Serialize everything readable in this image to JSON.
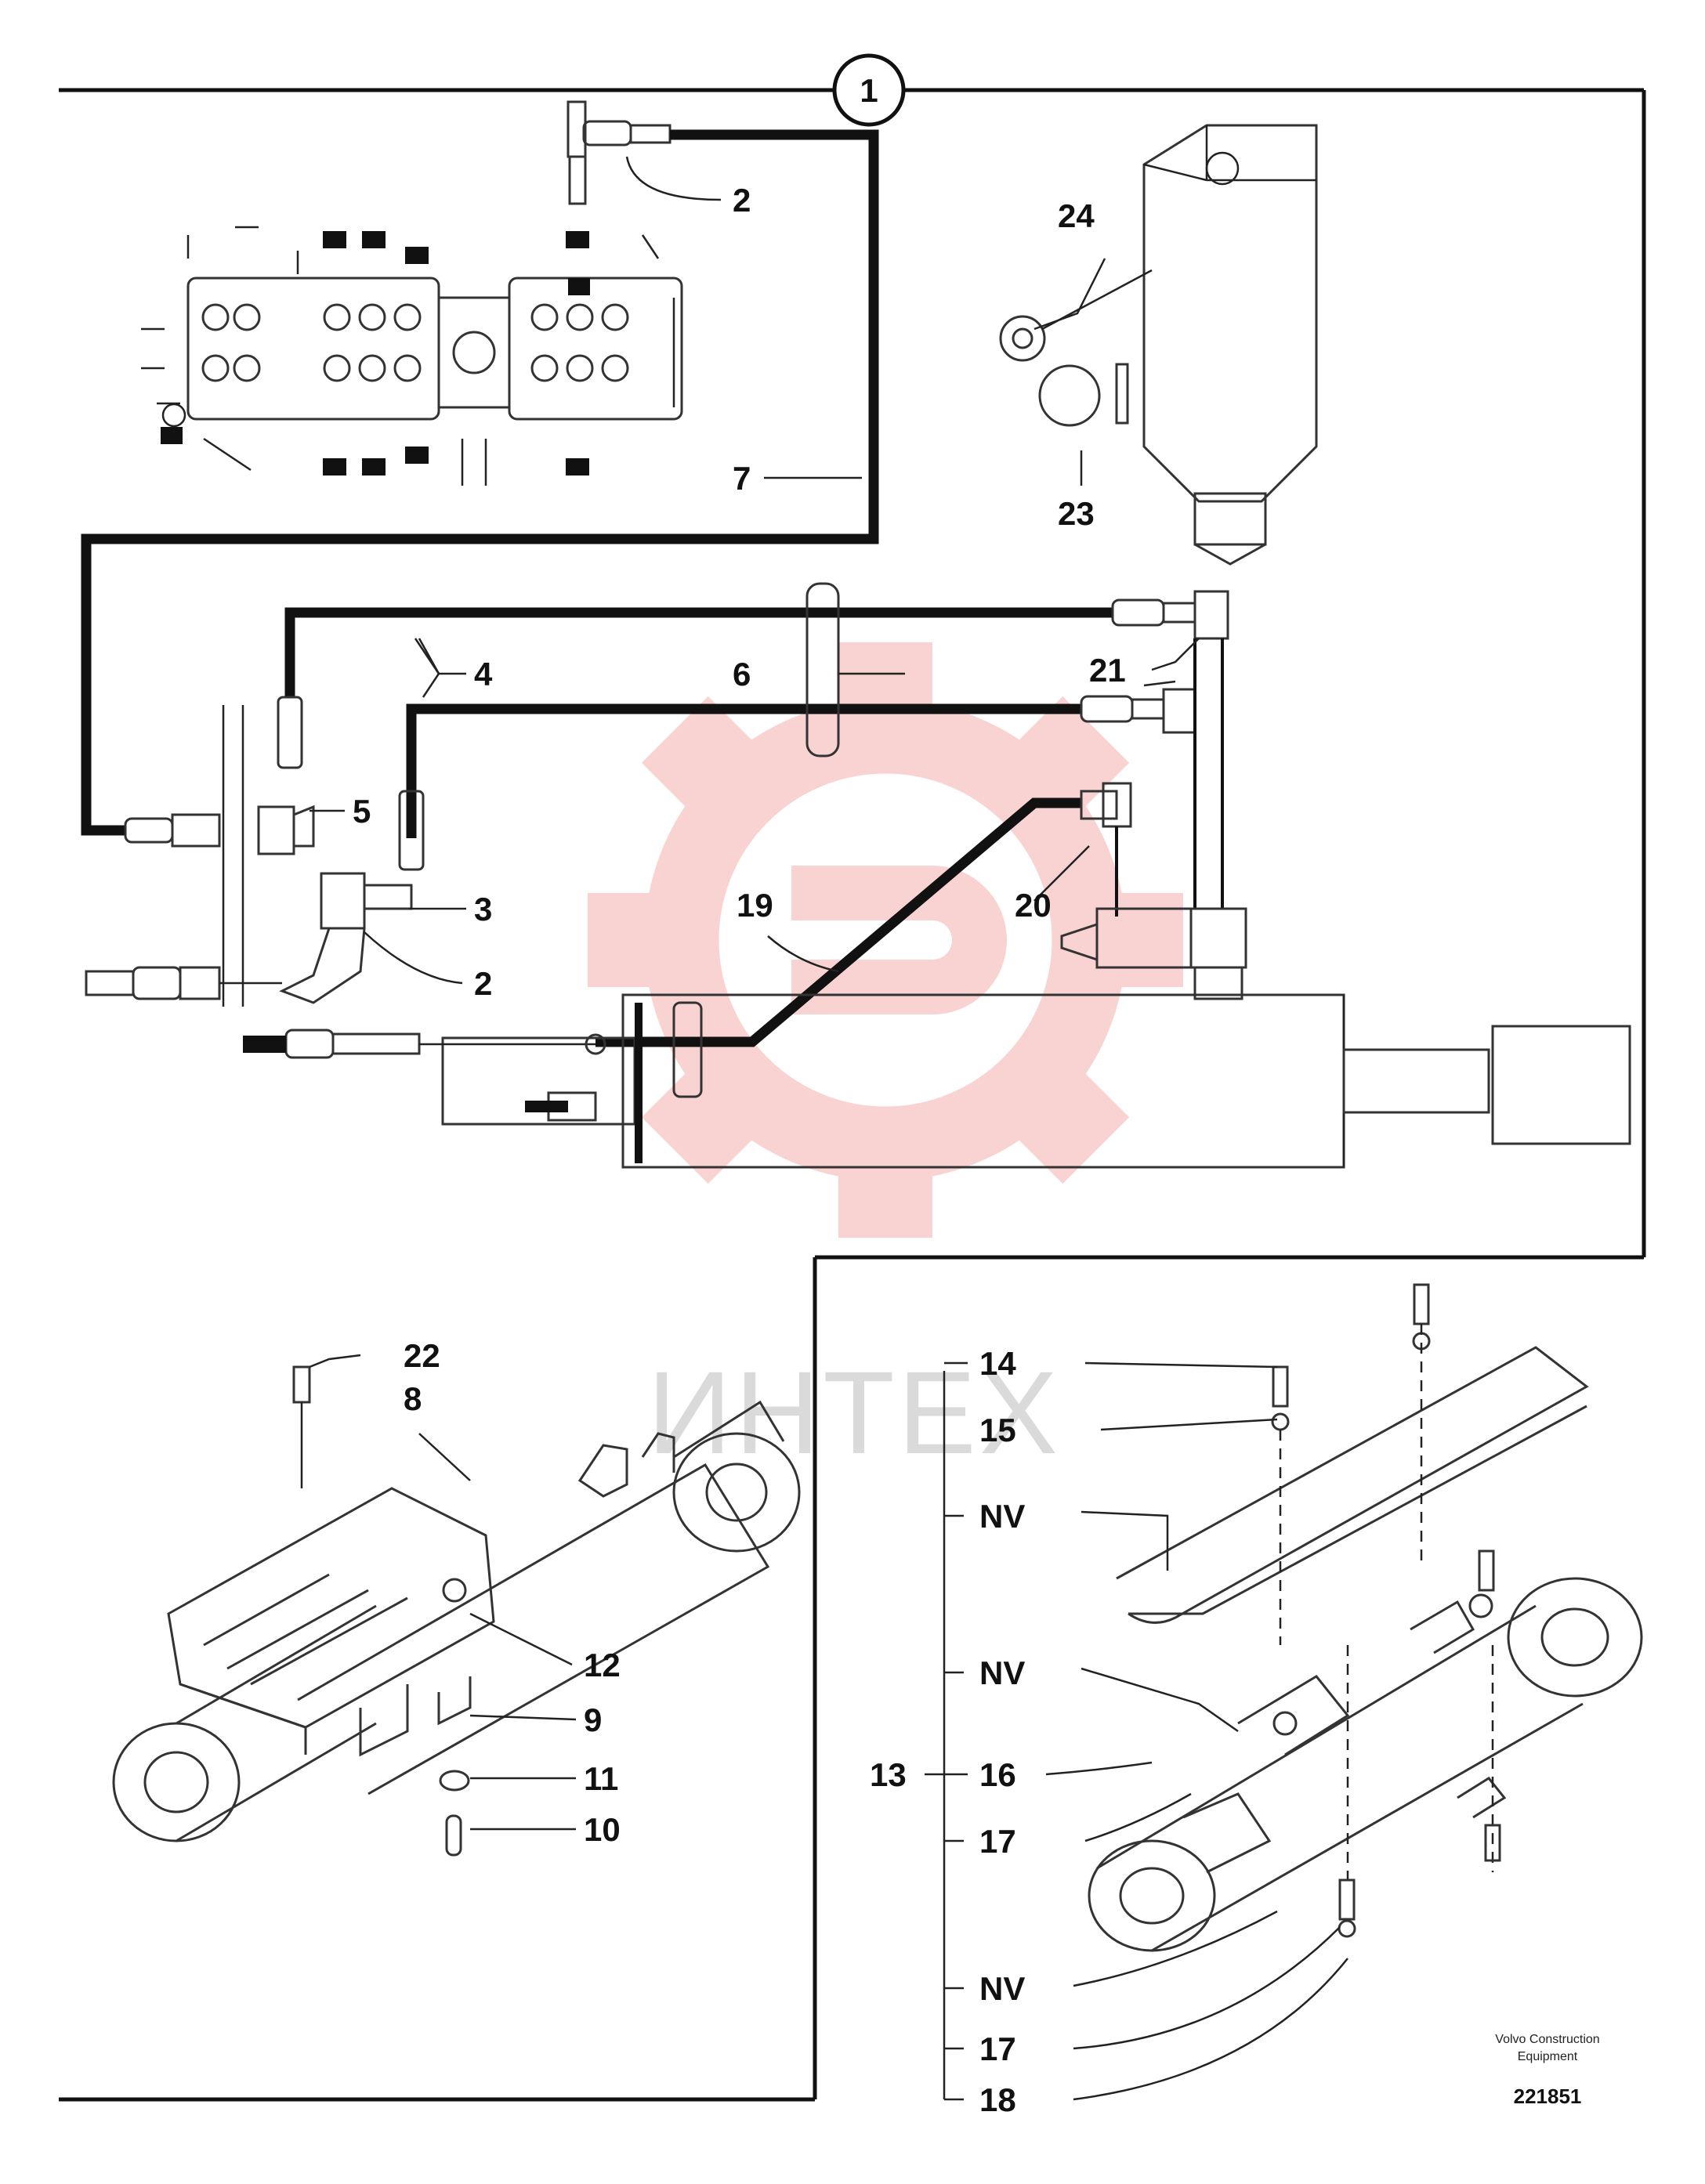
{
  "callouts": {
    "c1": "1",
    "c2a": "2",
    "c24": "24",
    "c23": "23",
    "c7": "7",
    "c4": "4",
    "c6": "6",
    "c21": "21",
    "c5": "5",
    "c3": "3",
    "c2b": "2",
    "c19": "19",
    "c20": "20",
    "c22": "22",
    "c8": "8",
    "c12": "12",
    "c9": "9",
    "c11": "11",
    "c10": "10",
    "c14": "14",
    "c15": "15",
    "nv1": "NV",
    "nv2": "NV",
    "c13": "13",
    "c16": "16",
    "c17a": "17",
    "nv3": "NV",
    "c17b": "17",
    "c18": "18"
  },
  "watermark": {
    "text": "ИНТЕХ",
    "color": "#e53935"
  },
  "footer": {
    "caption_line1": "Volvo Construction",
    "caption_line2": "Equipment",
    "code": "221851"
  }
}
